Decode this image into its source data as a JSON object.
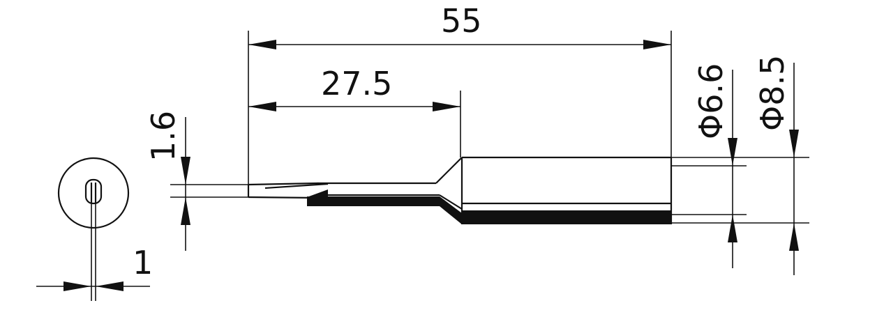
{
  "drawing": {
    "dimensions": {
      "total_length": "55",
      "tip_length": "27.5",
      "tip_thickness": "1.6",
      "tip_width": "1",
      "inner_diameter": "Φ6.6",
      "outer_diameter": "Φ8.5"
    },
    "colors": {
      "line": "#111111",
      "background": "#ffffff"
    }
  }
}
